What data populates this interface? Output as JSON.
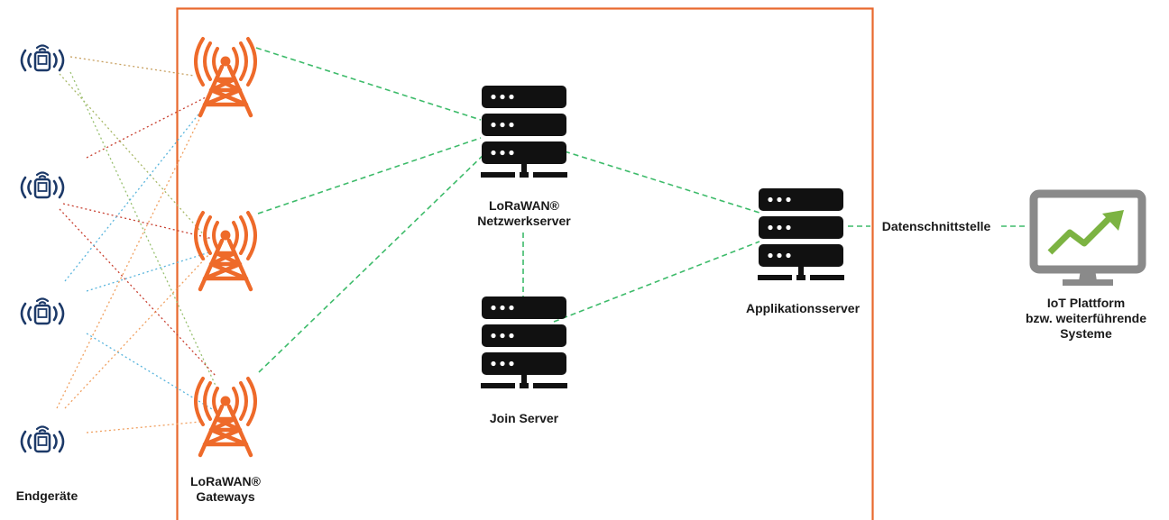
{
  "labels": {
    "endgeraete": "Endgeräte",
    "gateways_line1": "LoRaWAN®",
    "gateways_line2": "Gateways",
    "netzwerkserver_line1": "LoRaWAN®",
    "netzwerkserver_line2": "Netzwerkserver",
    "join_server": "Join Server",
    "applikationsserver": "Applikationsserver",
    "datenschnittstelle": "Datenschnittstelle",
    "iot_line1": "IoT Plattform",
    "iot_line2": "bzw. weiterführende",
    "iot_line3": "Systeme"
  },
  "colors": {
    "frame": "#e8692d",
    "gateway": "#ee6a2a",
    "device": "#1c3968",
    "server": "#111111",
    "link": "#3dbb6a",
    "monitor": "#8a8a8a",
    "trend": "#7cb342"
  },
  "icons": {
    "device": "wireless-device-icon",
    "gateway": "radio-tower-icon",
    "server": "server-rack-icon",
    "monitor": "monitor-chart-icon"
  }
}
